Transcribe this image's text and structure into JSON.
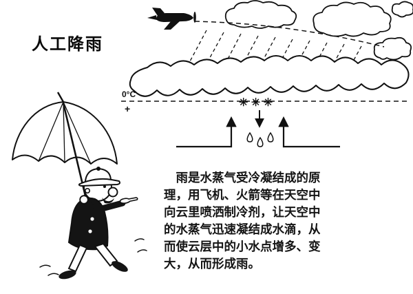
{
  "title": "人工降雨",
  "labels": {
    "freezing": "0°C",
    "plus": "+",
    "snowflakes": "✳ ✳ ✳"
  },
  "paragraph_lines": [
    "　雨是水蒸气受冷凝结成的原",
    "理，用飞机、火箭等在天空中",
    "向云里喷洒制冷剂，让天空中",
    "的水蒸气迅速凝结成水滴，从",
    "而使云层中的小水点增多、变",
    "大，从而形成雨。"
  ],
  "icons": {
    "airplane": "prop-plane-silhouette",
    "umbrella": "open-umbrella-outline",
    "raindrop": "teardrop-outline"
  },
  "colors": {
    "ink": "#111111",
    "bg": "#ffffff"
  }
}
